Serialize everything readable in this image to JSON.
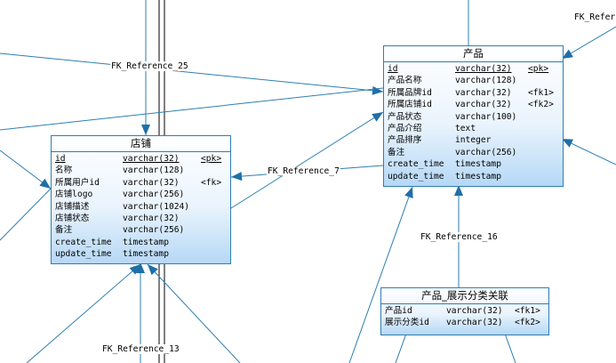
{
  "entities": {
    "product": {
      "title": "产品",
      "columns": [
        {
          "name": "id",
          "type": "varchar(32)",
          "key": "<pk>",
          "underline": true
        },
        {
          "name": "产品名称",
          "type": "varchar(128)",
          "key": ""
        },
        {
          "name": "所属品牌id",
          "type": "varchar(32)",
          "key": "<fk1>"
        },
        {
          "name": "所属店铺id",
          "type": "varchar(32)",
          "key": "<fk2>"
        },
        {
          "name": "产品状态",
          "type": "varchar(100)",
          "key": ""
        },
        {
          "name": "产品介绍",
          "type": "text",
          "key": ""
        },
        {
          "name": "产品排序",
          "type": "integer",
          "key": ""
        },
        {
          "name": "备注",
          "type": "varchar(256)",
          "key": ""
        },
        {
          "name": "create_time",
          "type": "timestamp",
          "key": ""
        },
        {
          "name": "update_time",
          "type": "timestamp",
          "key": ""
        }
      ]
    },
    "shop": {
      "title": "店铺",
      "columns": [
        {
          "name": "id",
          "type": "varchar(32)",
          "key": "<pk>",
          "underline": true
        },
        {
          "name": "名称",
          "type": "varchar(128)",
          "key": ""
        },
        {
          "name": "所属用户id",
          "type": "varchar(32)",
          "key": "<fk>"
        },
        {
          "name": "店铺logo",
          "type": "varchar(256)",
          "key": ""
        },
        {
          "name": "店铺描述",
          "type": "varchar(1024)",
          "key": ""
        },
        {
          "name": "店铺状态",
          "type": "varchar(32)",
          "key": ""
        },
        {
          "name": "备注",
          "type": "varchar(256)",
          "key": ""
        },
        {
          "name": "create_time",
          "type": "timestamp",
          "key": ""
        },
        {
          "name": "update_time",
          "type": "timestamp",
          "key": ""
        }
      ]
    },
    "product_category": {
      "title": "产品_展示分类关联",
      "columns": [
        {
          "name": "产品id",
          "type": "varchar(32)",
          "key": "<fk1>"
        },
        {
          "name": "展示分类id",
          "type": "varchar(32)",
          "key": "<fk2>"
        }
      ]
    }
  },
  "labels": {
    "fk25": "FK_Reference_25",
    "fk7": "FK_Reference_7",
    "fk16": "FK_Reference_16",
    "fk13": "FK_Reference_13",
    "fk_refer": "FK_Refer"
  },
  "colors": {
    "line": "#2e7eb0",
    "arrow": "#1f6fa8",
    "border": "#2e7eb0",
    "black_line": "#000000"
  }
}
